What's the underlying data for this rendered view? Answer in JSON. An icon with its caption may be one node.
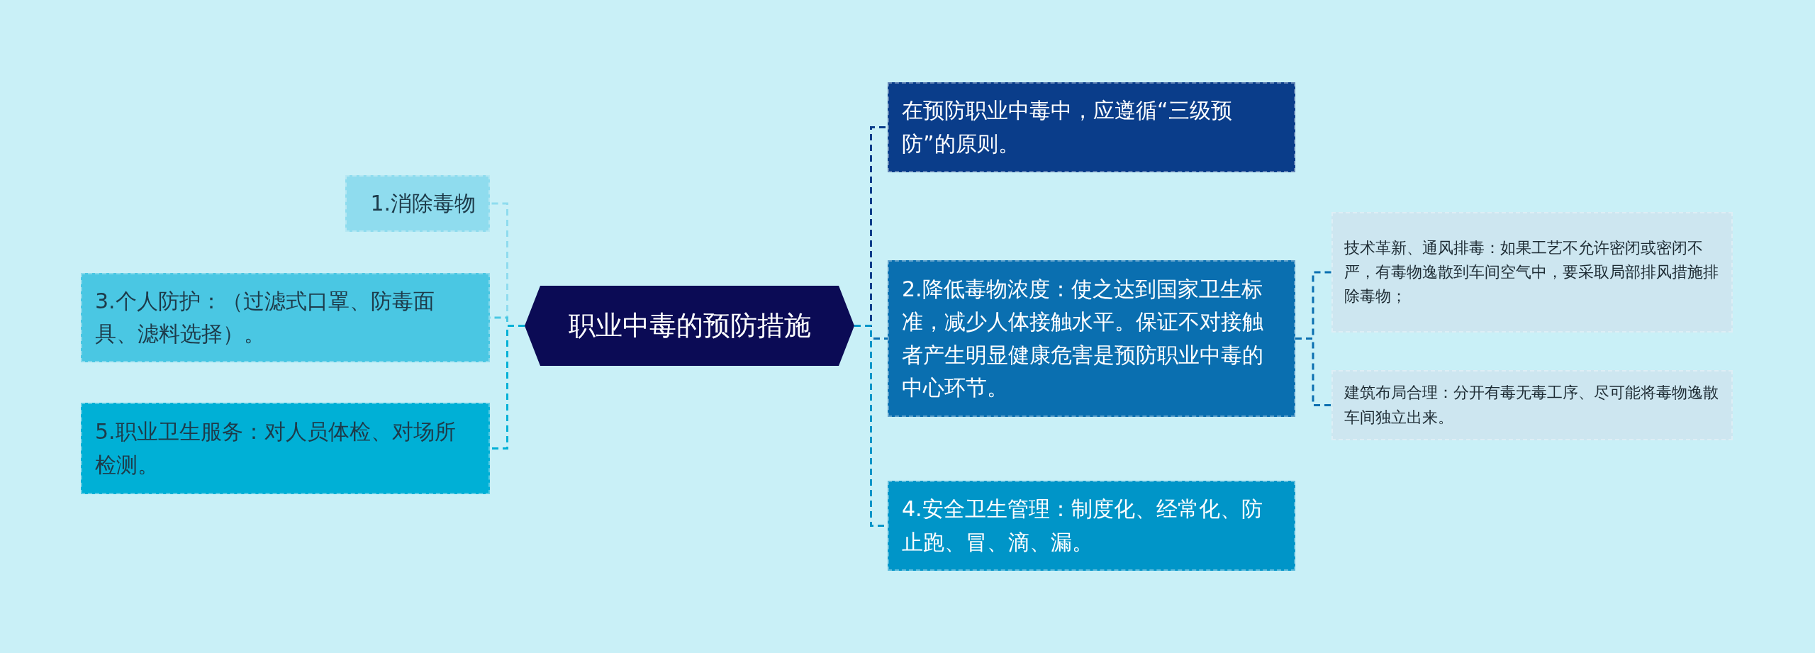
{
  "diagram": {
    "nodes": [
      {
        "text": [
          "职业中毒的预防措施"
        ]
      },
      {
        "text": [
          "1.消除毒物"
        ]
      },
      {
        "text": [
          "3.个人防护：（过滤式口罩、防毒面具、滤料选择）。"
        ]
      },
      {
        "text": [
          "5.职业卫生服务：对人员体检、对场所检测。"
        ]
      },
      {
        "text": [
          "在预防职业中毒中，应遵循“三级预防”的原则。"
        ]
      },
      {
        "text": [
          "2.降低毒物浓度：使之达到国家卫生标准，减少人体接触水平。保证不对接触者产生明显健康危害是预防职业中毒的中心环节。"
        ]
      },
      {
        "text": [
          "技术革新、通风排毒：如果工艺不允许密闭或密闭不严，有毒物逸散到车间空气中，要采取局部排风措施排除毒物；"
        ]
      },
      {
        "text": [
          "建筑布局合理：分开有毒无毒工序、尽可能将毒物逸散车间独立出来。"
        ]
      },
      {
        "text": [
          "4.安全卫生管理：制度化、经常化、防止跑、冒、滴、漏。"
        ]
      }
    ],
    "edges": [
      {
        "from": 0,
        "to": 1,
        "arrow": "none",
        "color": "#8fdcee"
      },
      {
        "from": 0,
        "to": 2,
        "arrow": "none",
        "color": "#4ac7e3"
      },
      {
        "from": 0,
        "to": 3,
        "arrow": "none",
        "color": "#00b0d6"
      },
      {
        "from": 0,
        "to": 4,
        "arrow": "none",
        "color": "#0a3d8a"
      },
      {
        "from": 0,
        "to": 5,
        "arrow": "none",
        "color": "#0a6fb0"
      },
      {
        "from": 5,
        "to": 6,
        "arrow": "none",
        "color": "#0a6fb0"
      },
      {
        "from": 5,
        "to": 7,
        "arrow": "none",
        "color": "#0a6fb0"
      },
      {
        "from": 0,
        "to": 8,
        "arrow": "none",
        "color": "#0095c8"
      }
    ]
  }
}
